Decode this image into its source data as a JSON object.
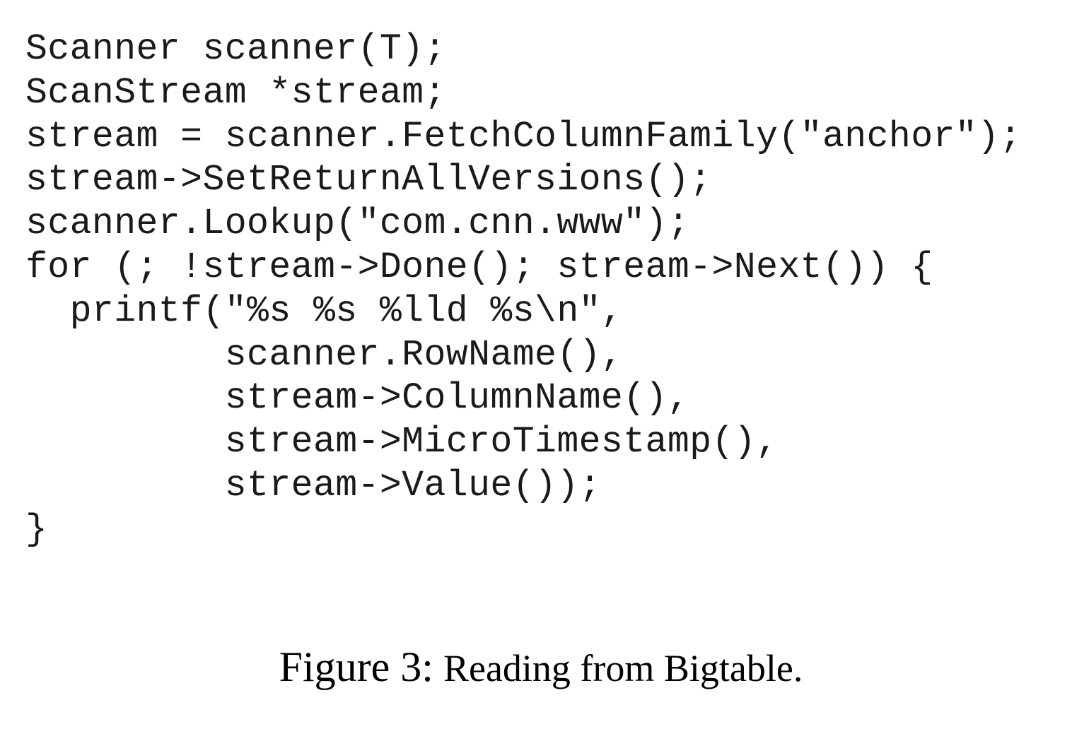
{
  "code": {
    "lines": [
      "Scanner scanner(T);",
      "ScanStream *stream;",
      "stream = scanner.FetchColumnFamily(\"anchor\");",
      "stream->SetReturnAllVersions();",
      "scanner.Lookup(\"com.cnn.www\");",
      "for (; !stream->Done(); stream->Next()) {",
      "  printf(\"%s %s %lld %s\\n\",",
      "         scanner.RowName(),",
      "         stream->ColumnName(),",
      "         stream->MicroTimestamp(),",
      "         stream->Value());",
      "}"
    ]
  },
  "caption": {
    "label": "Figure 3:",
    "text": "Reading from Bigtable."
  }
}
